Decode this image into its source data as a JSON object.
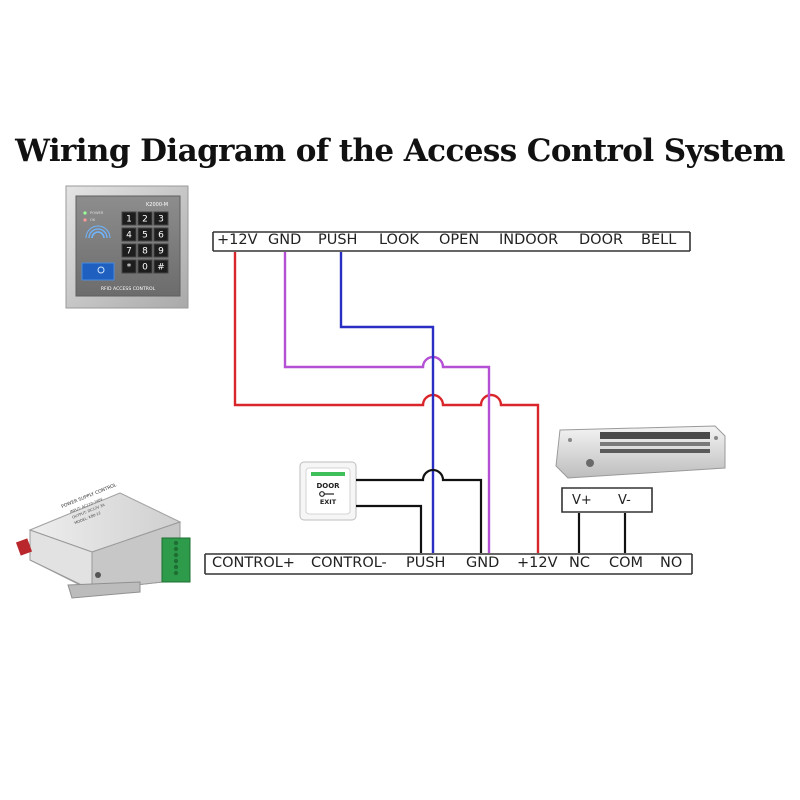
{
  "title": "Wiring Diagram of the Access Control System",
  "keypad": {
    "model_label": "K2000-M",
    "status_labels": [
      "POWER",
      "OK"
    ],
    "keys": [
      "1",
      "2",
      "3",
      "4",
      "5",
      "6",
      "7",
      "8",
      "9",
      "*",
      "0",
      "#"
    ],
    "footer": "RFID ACCESS CONTROL"
  },
  "controller_terminals": [
    "+12V",
    "GND",
    "PUSH",
    "LOOK",
    "OPEN",
    "INDOOR",
    "DOOR",
    "BELL"
  ],
  "power_supply": {
    "label": "POWER SUPPLY CONTROL",
    "spec_lines": [
      "INPUT: AC110-240V",
      "OUTPUT: DC12V 3A",
      "MODEL: K80-12"
    ]
  },
  "power_terminals": [
    "CONTROL+",
    "CONTROL-",
    "PUSH",
    "GND",
    "+12V",
    "NC",
    "COM",
    "NO"
  ],
  "exit_button": {
    "line1": "DOOR",
    "line2": "EXIT"
  },
  "lock_terminals": [
    "V+",
    "V-"
  ],
  "wire_colors": {
    "red": "#d9262b",
    "purple": "#b450d4",
    "blue": "#2a2fc4",
    "black": "#111111"
  }
}
